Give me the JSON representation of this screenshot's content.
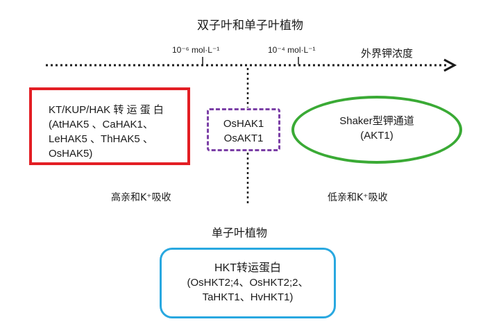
{
  "header": {
    "title": "双子叶和单子叶植物",
    "tick_high_affinity": "10⁻⁶ mol·L⁻¹",
    "tick_low_affinity": "10⁻⁴ mol·L⁻¹",
    "axis_label": "外界钾浓度"
  },
  "red_box": {
    "lines": [
      "KT/KUP/HAK 转 运 蛋 白",
      "(AtHAK5 、CaHAK1、",
      "LeHAK5 、ThHAK5 、",
      "OsHAK5)"
    ]
  },
  "purple_box": {
    "lines": [
      "OsHAK1",
      "OsAKT1"
    ]
  },
  "green_ellipse": {
    "lines": [
      "Shaker型钾通道",
      "(AKT1)"
    ]
  },
  "labels": {
    "high_affinity": "高亲和K⁺吸收",
    "low_affinity": "低亲和K⁺吸收",
    "monocot": "单子叶植物"
  },
  "blue_box": {
    "lines": [
      "HKT转运蛋白",
      "(OsHKT2;4、OsHKT2;2、",
      "TaHKT1、HvHKT1)"
    ]
  },
  "colors": {
    "red": "#e31e24",
    "purple": "#7b3fa6",
    "green": "#3aaa35",
    "blue": "#29a8e0",
    "axis": "#1a1a1a"
  }
}
